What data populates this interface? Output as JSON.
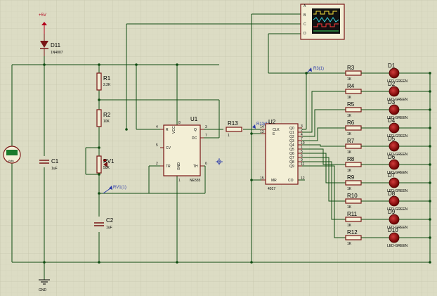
{
  "power": {
    "label": "+5V",
    "ground": "GND"
  },
  "diode": {
    "ref": "D11",
    "value": "1N4007"
  },
  "voltmeter": {
    "label": "Volts"
  },
  "c1": {
    "ref": "C1",
    "value": "1uF"
  },
  "c2": {
    "ref": "C2",
    "value": "1uF"
  },
  "r1": {
    "ref": "R1",
    "value": "2.2K"
  },
  "r2": {
    "ref": "R2",
    "value": "10K"
  },
  "rv1": {
    "ref": "RV1",
    "value": "50K",
    "probe": "RV1(1)"
  },
  "r13": {
    "ref": "R13",
    "value": "1",
    "probe": "R13(1)"
  },
  "u1": {
    "ref": "U1",
    "part": "NE555",
    "pins": {
      "r": "R",
      "vcc": "VCC",
      "q": "Q",
      "dc": "DC",
      "cv": "CV",
      "tr": "TR",
      "gnd": "GND",
      "th": "TH"
    },
    "pin_numbers": {
      "r": "4",
      "vcc": "8",
      "q": "3",
      "dc": "7",
      "cv": "5",
      "tr": "2",
      "gnd": "1",
      "th": "6"
    }
  },
  "u2": {
    "ref": "U2",
    "part": "4017",
    "inputs": [
      "CLK",
      "E",
      "MR"
    ],
    "input_pins": [
      "14",
      "13",
      "15"
    ],
    "outputs": [
      "Q0",
      "Q1",
      "Q2",
      "Q3",
      "Q4",
      "Q5",
      "Q6",
      "Q7",
      "Q8",
      "Q9"
    ],
    "output_pins": [
      "3",
      "2",
      "4",
      "7",
      "10",
      "1",
      "5",
      "6",
      "9",
      "11"
    ],
    "co": "CO",
    "co_pin": "12"
  },
  "probe_r3": "R3(1)",
  "scope": {
    "channels": [
      "A",
      "B",
      "C",
      "D"
    ]
  },
  "resistors": [
    {
      "ref": "R3",
      "value": "1K"
    },
    {
      "ref": "R4",
      "value": "1K"
    },
    {
      "ref": "R5",
      "value": "1K"
    },
    {
      "ref": "R6",
      "value": "1K"
    },
    {
      "ref": "R7",
      "value": "1K"
    },
    {
      "ref": "R8",
      "value": "1K"
    },
    {
      "ref": "R9",
      "value": "1K"
    },
    {
      "ref": "R10",
      "value": "1K"
    },
    {
      "ref": "R11",
      "value": "1K"
    },
    {
      "ref": "R12",
      "value": "1K"
    }
  ],
  "leds": [
    {
      "ref": "D1",
      "type": "LED-GREEN"
    },
    {
      "ref": "D2",
      "type": "LED-GREEN"
    },
    {
      "ref": "D3",
      "type": "LED-GREEN"
    },
    {
      "ref": "D4",
      "type": "LED-GREEN"
    },
    {
      "ref": "D5",
      "type": "LED-GREEN"
    },
    {
      "ref": "D6",
      "type": "LED-GREEN"
    },
    {
      "ref": "D7",
      "type": "LED-GREEN"
    },
    {
      "ref": "D8",
      "type": "LED-GREEN"
    },
    {
      "ref": "D9",
      "type": "LED-GREEN"
    },
    {
      "ref": "D10",
      "type": "LED-GREEN"
    }
  ],
  "colors": {
    "background": "#dcdcc4",
    "grid": "#c9c9b1",
    "wire": "#0f4d12",
    "component": "#7a1616",
    "led": "#8b0000",
    "probe": "#2a3aa8"
  }
}
